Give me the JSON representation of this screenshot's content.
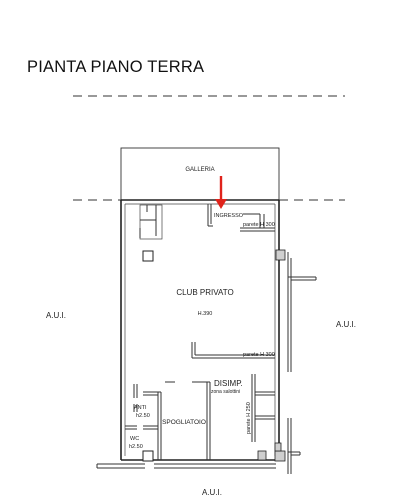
{
  "title": "PIANTA PIANO TERRA",
  "labels": {
    "galleria": "GALLERIA",
    "ingresso": "INGRESSO",
    "parete_top": "parete H 300",
    "club": "CLUB PRIVATO",
    "club_height": "H.390",
    "parete_mid": "parete H 300",
    "disimp": "DISIMP.",
    "zona_salottini": "zona salottini",
    "parete_vertical": "parete H 250",
    "anti": "ANTI",
    "anti_height": "h2.50",
    "spogliatoio": "SPOGLIATOIO",
    "wc": "WC",
    "wc_height": "h2.50",
    "aui_left": "A.U.I.",
    "aui_right": "A.U.I.",
    "aui_bottom": "A.U.I."
  },
  "colors": {
    "arrow": "#e0231b",
    "lines": "#222222"
  }
}
